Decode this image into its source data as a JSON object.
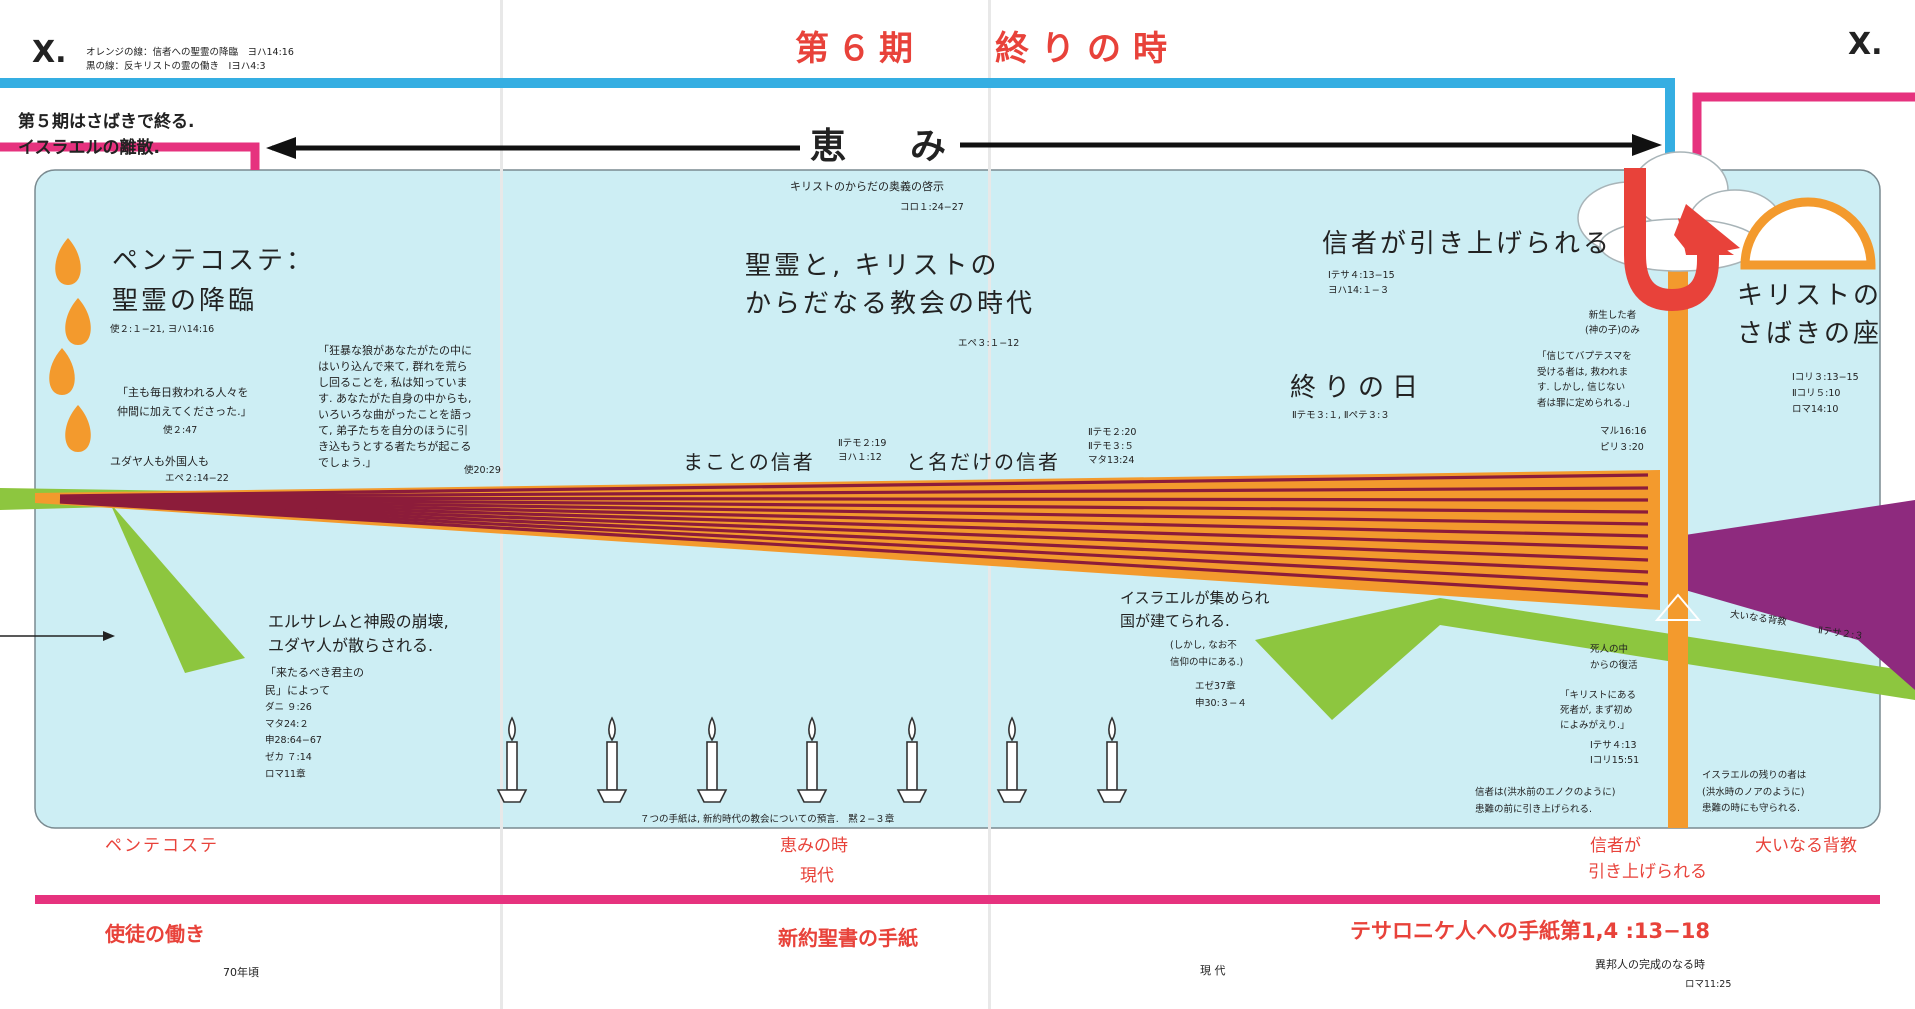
{
  "corner": {
    "left": "X.",
    "right": "X."
  },
  "legend": {
    "orange": "オレンジの線：信者への聖霊の降臨　ヨハ14:16",
    "black": "黒の線：反キリストの霊の働き　Ⅰヨハ4:3"
  },
  "header": {
    "period": "第６期",
    "title": "終りの時"
  },
  "period5": {
    "line1": "第５期はさばきで終る.",
    "line2": "イスラエルの離散."
  },
  "grace": "恵　み",
  "pentecost": {
    "title1": "ペンテコステ：",
    "title2": "聖霊の降臨",
    "ref": "使２:１−21, ヨハ14:16",
    "quote": "「主も毎日救われる人々を\n仲間に加えてくださった.」",
    "quote_ref": "使２:47",
    "jews": "ユダヤ人も外国人も",
    "jews_ref": "エペ２:14−22"
  },
  "wolves": {
    "quote": "「狂暴な狼があなたがたの中に\nはいり込んで来て, 群れを荒ら\nし回ることを, 私は知っていま\nす. あなたがた自身の中からも,\nいろいろな曲がったことを語っ\nて, 弟子たちを自分のほうに引\nき込もうとする者たちが起こる\nでしょう.」",
    "ref": "使20:29"
  },
  "mystery": {
    "text": "キリストのからだの奥義の啓示",
    "ref": "コロ１:24−27"
  },
  "church": {
    "line1": "聖霊と, キリストの",
    "line2": "からだなる教会の時代",
    "ref": "エペ３:１−12"
  },
  "believers": {
    "true_label": "まことの信者",
    "true_ref": "Ⅱテモ２:19\nヨハ１:12",
    "nominal_label": "と名だけの信者",
    "nominal_ref": "Ⅱテモ２:20\nⅡテモ３:５\nマタ13:24"
  },
  "rapture": {
    "title": "信者が引き上げられる",
    "ref": "Ⅰテサ４:13−15\nヨハ14:１−３"
  },
  "last_days": {
    "title": "終りの日",
    "ref": "Ⅱテモ３:１, Ⅱペテ３:３"
  },
  "born_again": {
    "text": "新生した者\n(神の子)のみ"
  },
  "baptism": {
    "quote": "「信じてバプテスマを\n受ける者は, 救われま\nす. しかし, 信じない\n者は罪に定められる.」",
    "ref": "マル16:16\nピリ３:20"
  },
  "judgment": {
    "title1": "キリストの",
    "title2": "さばきの座",
    "ref": "Ⅰコリ３:13−15\nⅡコリ５:10\nロマ14:10"
  },
  "jerusalem": {
    "line1": "エルサレムと神殿の崩壊,",
    "line2": "ユダヤ人が散らされる.",
    "quote": "「来たるべき君主の\n民」によって",
    "refs": "ダニ ９:26\nマタ24:２\n申28:64−67\nゼカ ７:14\nロマ11章"
  },
  "israel_gathered": {
    "line1": "イスラエルが集められ",
    "line2": "国が建てられる.",
    "note": "(しかし, なお不\n信仰の中にある.)",
    "refs": "エゼ37章\n申30:３−４"
  },
  "apostasy": {
    "label": "大いなる背教",
    "ref": "Ⅱテサ２:３"
  },
  "resurrection": {
    "title": "死人の中\nからの復活",
    "quote": "「キリストにある\n死者が, まず初め\nによみがえり.」",
    "refs": "Ⅰテサ４:13\nⅠコリ15:51"
  },
  "enoch": {
    "text": "信者は(洪水前のエノクのように)\n患難の前に引き上げられる."
  },
  "noah": {
    "text": "イスラエルの残りの者は\n(洪水時のノアのように)\n患難の時にも守られる."
  },
  "lampstands": {
    "caption": "７つの手紙は, 新約時代の教会についての預言.　黙２−３章"
  },
  "timeline_labels": {
    "pentecost": "ペンテコステ",
    "grace_time1": "恵みの時",
    "grace_time2": "現代",
    "rapture1": "信者が",
    "rapture2": "引き上げられる",
    "apostasy": "大いなる背教"
  },
  "footer": {
    "apostles": "使徒の働き",
    "year": "70年頃",
    "epistles": "新約聖書の手紙",
    "present": "現 代",
    "thess": "テサロニケ人への手紙第1,4 :13−18",
    "gentiles": "異邦人の完成のなる時",
    "gentiles_ref": "ロマ11:25"
  },
  "colors": {
    "sky": "#cdeef4",
    "blue": "#35aee2",
    "pink": "#e6327e",
    "green": "#8dc63f",
    "orange": "#f39a2d",
    "maroon": "#8c1c3a",
    "purple": "#8e2a7e",
    "red": "#e8423a"
  }
}
